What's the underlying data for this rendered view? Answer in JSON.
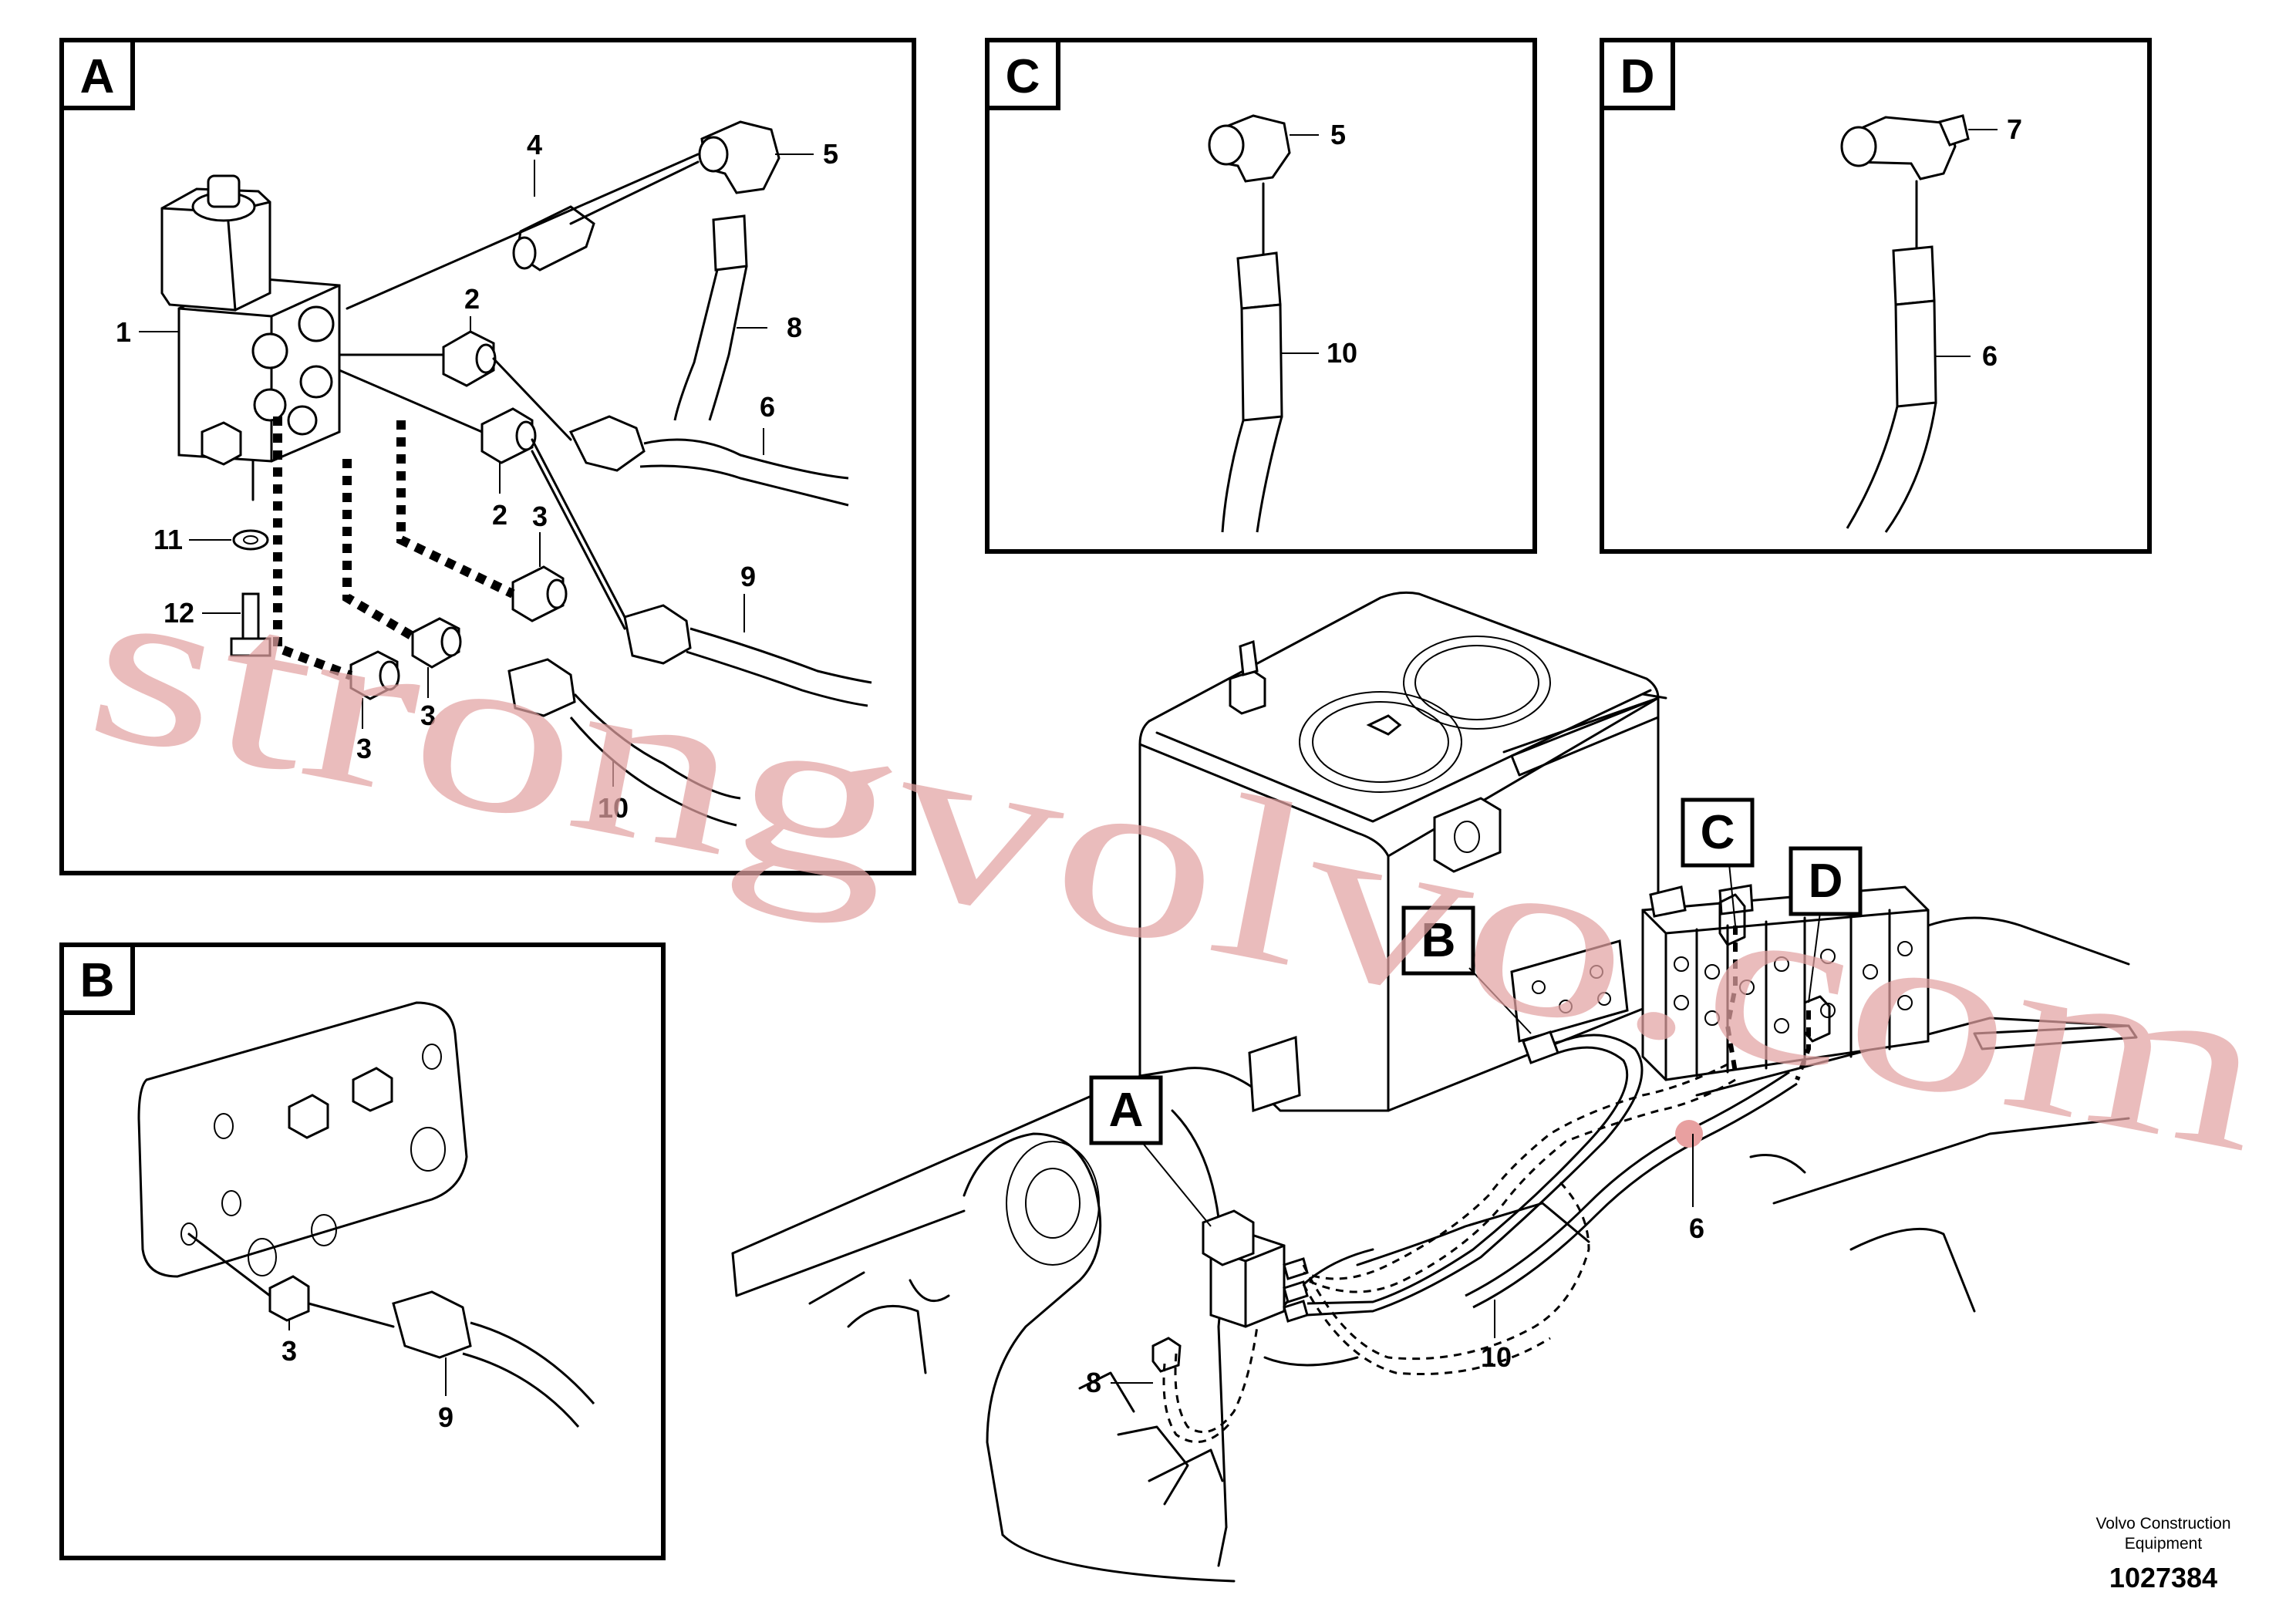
{
  "panels": {
    "A": {
      "label": "A"
    },
    "B": {
      "label": "B"
    },
    "C": {
      "label": "C"
    },
    "D": {
      "label": "D"
    }
  },
  "callouts": {
    "a1": "1",
    "a2a": "2",
    "a2b": "2",
    "a3a": "3",
    "a3b": "3",
    "a3c": "3",
    "a4": "4",
    "a5": "5",
    "a6": "6",
    "a8": "8",
    "a9": "9",
    "a10": "10",
    "a11": "11",
    "a12": "12",
    "b3": "3",
    "b9": "9",
    "c5": "5",
    "c10": "10",
    "d7": "7",
    "d6": "6",
    "m6": "6",
    "m8": "8",
    "m10": "10"
  },
  "main_view": {
    "tag_a": "A",
    "tag_b": "B",
    "tag_c": "C",
    "tag_d": "D"
  },
  "watermark": "strongvolvo.com",
  "footer": {
    "company_line1": "Volvo Construction",
    "company_line2": "Equipment",
    "doc_number": "1027384"
  }
}
